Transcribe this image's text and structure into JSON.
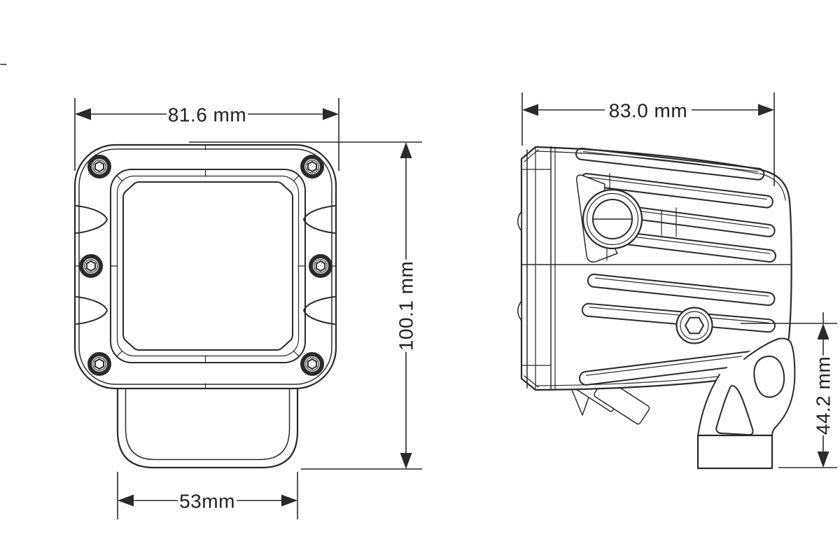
{
  "drawing": {
    "background_color": "#ffffff",
    "line_color": "#2a2a2a",
    "dimensions": {
      "front_width": {
        "label": "81.6 mm",
        "value": 81.6,
        "unit": "mm"
      },
      "front_height": {
        "label": "100.1 mm",
        "value": 100.1,
        "unit": "mm"
      },
      "bracket_width": {
        "label": "53mm",
        "value": 53,
        "unit": "mm"
      },
      "side_depth": {
        "label": "83.0 mm",
        "value": 83.0,
        "unit": "mm"
      },
      "bracket_height": {
        "label": "44.2 mm",
        "value": 44.2,
        "unit": "mm"
      }
    }
  }
}
